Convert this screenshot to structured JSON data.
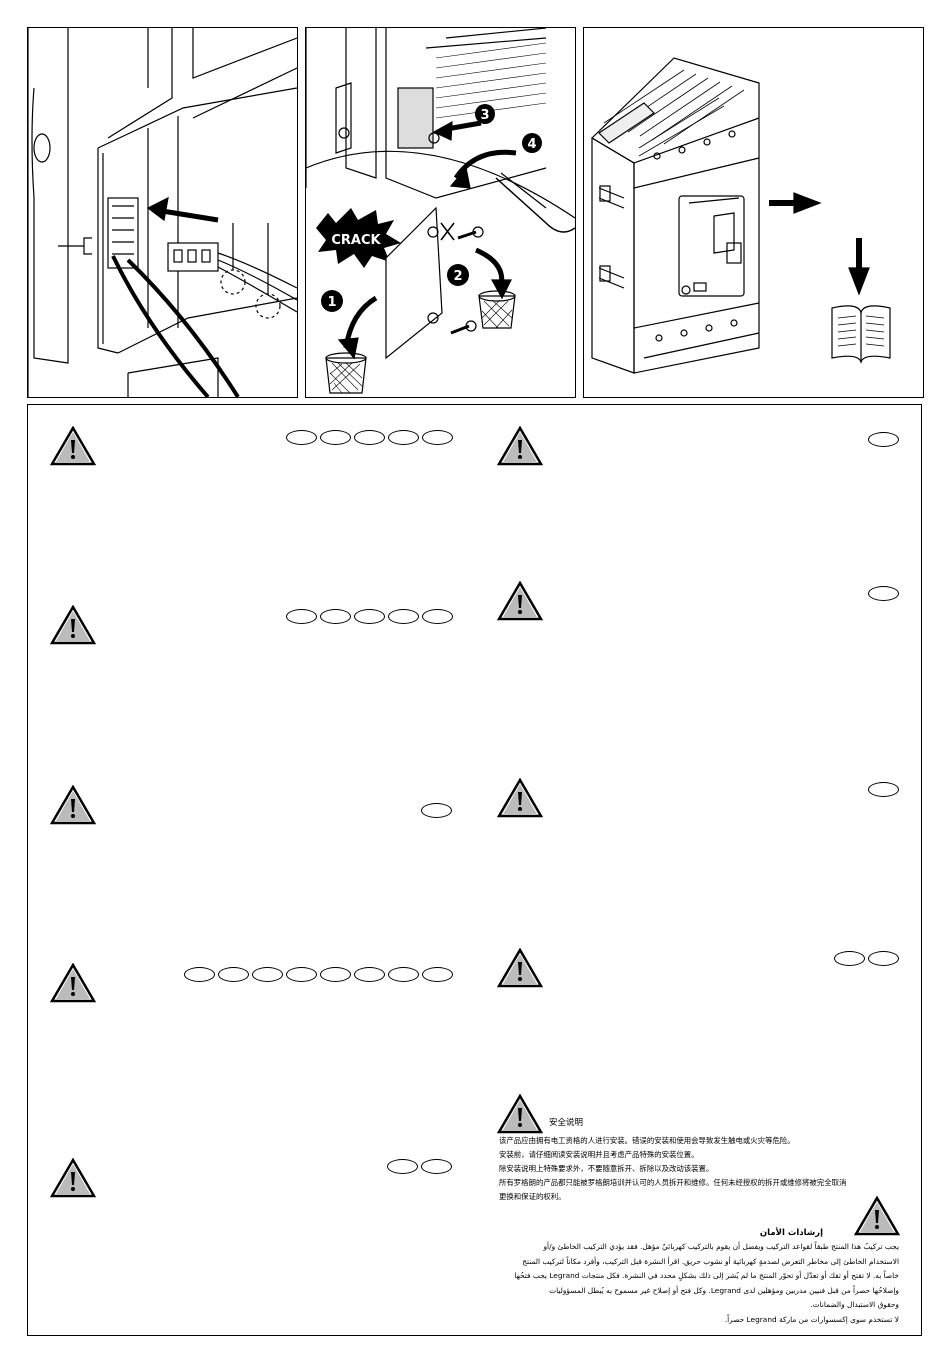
{
  "figures": {
    "panel2": {
      "crack_label": "CRACK",
      "steps": [
        "1",
        "2",
        "3",
        "4"
      ]
    }
  },
  "safety": {
    "zh": {
      "title": "安全说明",
      "lines": [
        "该产品应由拥有电工资格的人进行安装。错误的安装和使用会导致发生触电或火灾等危险。",
        "安装前，请仔细阅读安装说明并且考虑产品特殊的安装位置。",
        "除安装说明上特殊要求外，不要随意拆开、拆除以及改动该装置。",
        "所有罗格朗的产品都只能被罗格朗培训并认可的人员拆开和维修。任何未经授权的拆开或维修将被完全取消",
        "更换和保证的权利。"
      ]
    },
    "ar": {
      "title": "إرشادات الأمان",
      "lines": [
        "يجب تركيبُ هذا المنتج طبقاً لقواعد التركيب ويفضل أن يقوم بالتركيب كهربائيٌ مؤهل. فقد يؤدي التركيب الخاطئ و/أو",
        "الاستخدام الخاطئ إلى مخاطر التعرض لصدمةٍ كهربائية أو نشوب حريق. اقرأ النشرة قبل التركيب، وأفرد مكاناً لتركيب المنتج",
        "خاصاً به. لا تفتح أو تفك أو تعدّل أو تحوّر المنتج ما لم يُشر إلى ذلك بشكلٍ محدد في النشرة. فكل منتجات Legrand يجب فتحُها",
        "وإصلاحُها حصراً من قبل فنيين مدربين ومؤهلين لدى Legrand. وكل فتح أو إصلاح غير مسموح به يُبطل المسؤوليات",
        "وحقوق الاستبدال والضمانات.",
        "لا تستخدم سوى إكسسوارات من ماركة Legrand حصراً."
      ]
    }
  }
}
